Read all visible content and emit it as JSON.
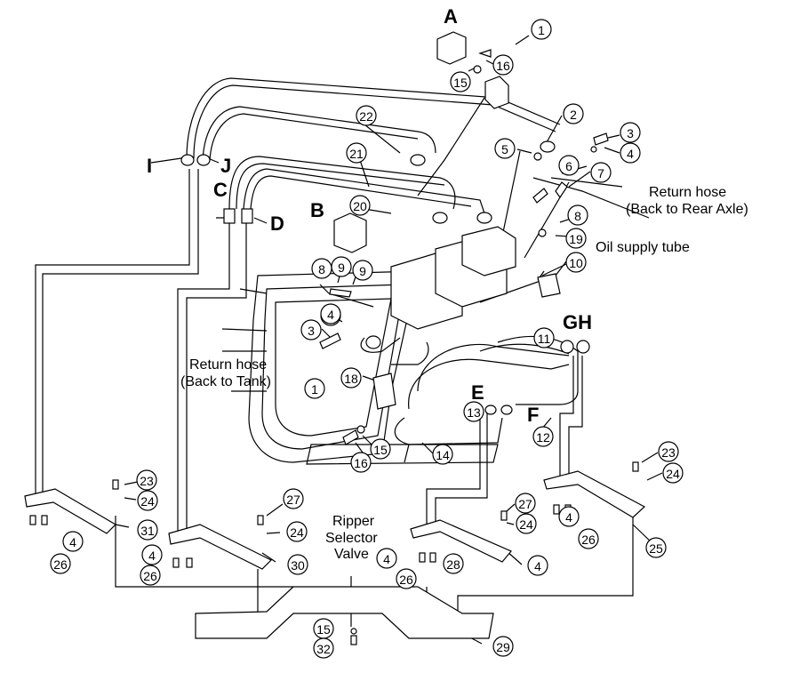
{
  "callouts": [
    "1",
    "16",
    "15",
    "2",
    "3",
    "5",
    "4",
    "22",
    "6",
    "7",
    "21",
    "20",
    "8",
    "9",
    "19",
    "8",
    "9",
    "10",
    "4",
    "3",
    "11",
    "18",
    "1",
    "13",
    "12",
    "15",
    "16",
    "14",
    "23",
    "24",
    "23",
    "24",
    "27",
    "24",
    "27",
    "24",
    "4",
    "26",
    "31",
    "26",
    "4",
    "25",
    "4",
    "30",
    "4",
    "4",
    "28",
    "4",
    "26",
    "26",
    "15",
    "32",
    "29"
  ],
  "letters": [
    "A",
    "I",
    "J",
    "C",
    "D",
    "B",
    "E",
    "F",
    "GH"
  ],
  "notes": {
    "return_rear_1": "Return hose",
    "return_rear_2": "(Back to Rear Axle)",
    "oil_supply": "Oil supply tube",
    "return_tank_1": "Return hose",
    "return_tank_2": "(Back to Tank)",
    "ripper_1": "Ripper",
    "ripper_2": "Selector",
    "ripper_3": "Valve"
  }
}
